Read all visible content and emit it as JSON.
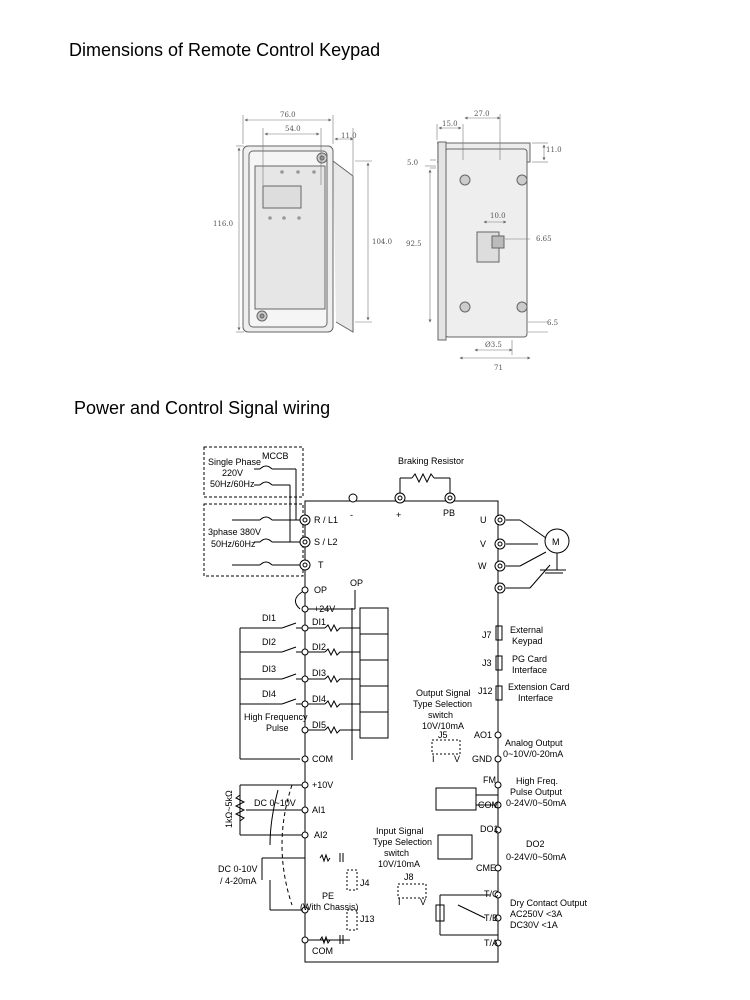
{
  "titles": {
    "keypad": "Dimensions of Remote Control Keypad",
    "wiring": "Power and Control Signal wiring"
  },
  "keypad_dims": {
    "front": {
      "width_outer": "76.0",
      "width_inner": "54.0",
      "depth": "11.0",
      "height_outer": "116.0",
      "height_inner": "104.0"
    },
    "back": {
      "offset_left": "15.0",
      "cutout_width": "27.0",
      "depth_top": "11.0",
      "edge": "5.0",
      "height": "92.5",
      "connector_w": "10.0",
      "connector_label": "6.65",
      "bottom_offset": "6.5",
      "hole_dia": "Ø3.5",
      "width": "71"
    }
  },
  "wiring": {
    "mccb": "MCCB",
    "single_phase": [
      "Single Phase",
      "220V",
      "50Hz/60Hz"
    ],
    "three_phase": [
      "3phase 380V",
      "50Hz/60Hz"
    ],
    "braking_resistor": "Braking Resistor",
    "bus": {
      "minus": "-",
      "plus": "+",
      "pb": "PB"
    },
    "input_terminals": [
      "R / L1",
      "S / L2",
      "T"
    ],
    "output_terminals": [
      "U",
      "V",
      "W"
    ],
    "motor": "M",
    "op_left": "OP",
    "op_top": "OP",
    "p24v": "+24V",
    "di_switches": [
      "DI1",
      "DI2",
      "DI3",
      "DI4"
    ],
    "hf_pulse": [
      "High Frequency",
      "Pulse"
    ],
    "di_terminals": [
      "DI1",
      "DI2",
      "DI3",
      "DI4",
      "DI5"
    ],
    "com1": "COM",
    "p10v": "+10V",
    "ai1": "AI1",
    "ai2": "AI2",
    "pot": "1kΩ~5kΩ",
    "dc010": "DC 0~10V",
    "dc_ai2": [
      "DC 0-10V",
      "/ 4-20mA"
    ],
    "pe": [
      "PE",
      "(With Chassis)"
    ],
    "com2": "COM",
    "j4": "J4",
    "j13": "J13",
    "j8": "J8",
    "j8_iv": [
      "I",
      "V"
    ],
    "out_sel": [
      "Output Signal",
      "Type Selection",
      "switch",
      "10V/10mA"
    ],
    "j5": "J5",
    "j5_iv": [
      "I",
      "V"
    ],
    "in_sel": [
      "Input Signal",
      "Type Selection",
      "switch",
      "10V/10mA"
    ],
    "j7": "J7",
    "j7_label": [
      "External",
      "Keypad"
    ],
    "j3": "J3",
    "j3_label": [
      "PG Card",
      "Interface"
    ],
    "j12": "J12",
    "j12_label": [
      "Extension Card",
      "Interface"
    ],
    "ao1": "AO1",
    "gnd": "GND",
    "analog_out": [
      "Analog Output",
      "0~10V/0-20mA"
    ],
    "fm": "FM",
    "com3": "COM",
    "hf_out": [
      "High Freq.",
      "Pulse Output",
      "0-24V/0~50mA"
    ],
    "do1": "DO1",
    "cme": "CME",
    "do2": [
      "DO2",
      "0-24V/0~50mA"
    ],
    "tc": "T/C",
    "tb": "T/B",
    "ta": "T/A",
    "dry_contact": [
      "Dry Contact Output",
      "AC250V <3A",
      "DC30V <1A"
    ]
  }
}
